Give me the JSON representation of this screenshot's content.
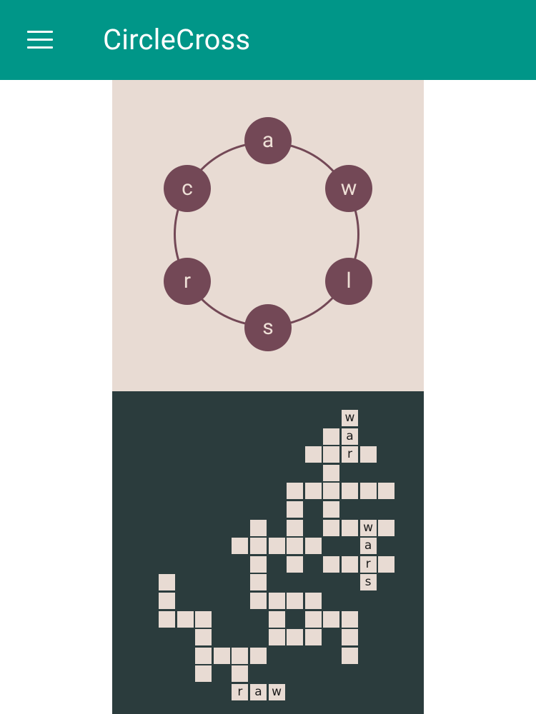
{
  "app": {
    "title": "CircleCross"
  },
  "wheel": {
    "letters": [
      "a",
      "w",
      "l",
      "s",
      "r",
      "c"
    ]
  },
  "grid": {
    "cells": [
      {
        "col": 12,
        "row": 0,
        "letter": "w"
      },
      {
        "col": 11,
        "row": 1,
        "letter": ""
      },
      {
        "col": 12,
        "row": 1,
        "letter": "a"
      },
      {
        "col": 10,
        "row": 2,
        "letter": ""
      },
      {
        "col": 11,
        "row": 2,
        "letter": ""
      },
      {
        "col": 12,
        "row": 2,
        "letter": "r"
      },
      {
        "col": 13,
        "row": 2,
        "letter": ""
      },
      {
        "col": 11,
        "row": 3,
        "letter": ""
      },
      {
        "col": 9,
        "row": 4,
        "letter": ""
      },
      {
        "col": 10,
        "row": 4,
        "letter": ""
      },
      {
        "col": 11,
        "row": 4,
        "letter": ""
      },
      {
        "col": 12,
        "row": 4,
        "letter": ""
      },
      {
        "col": 13,
        "row": 4,
        "letter": ""
      },
      {
        "col": 14,
        "row": 4,
        "letter": ""
      },
      {
        "col": 9,
        "row": 5,
        "letter": ""
      },
      {
        "col": 11,
        "row": 5,
        "letter": ""
      },
      {
        "col": 7,
        "row": 6,
        "letter": ""
      },
      {
        "col": 9,
        "row": 6,
        "letter": ""
      },
      {
        "col": 11,
        "row": 6,
        "letter": ""
      },
      {
        "col": 12,
        "row": 6,
        "letter": ""
      },
      {
        "col": 13,
        "row": 6,
        "letter": "w"
      },
      {
        "col": 14,
        "row": 6,
        "letter": ""
      },
      {
        "col": 6,
        "row": 7,
        "letter": ""
      },
      {
        "col": 7,
        "row": 7,
        "letter": ""
      },
      {
        "col": 8,
        "row": 7,
        "letter": ""
      },
      {
        "col": 9,
        "row": 7,
        "letter": ""
      },
      {
        "col": 10,
        "row": 7,
        "letter": ""
      },
      {
        "col": 13,
        "row": 7,
        "letter": "a"
      },
      {
        "col": 7,
        "row": 8,
        "letter": ""
      },
      {
        "col": 9,
        "row": 8,
        "letter": ""
      },
      {
        "col": 11,
        "row": 8,
        "letter": ""
      },
      {
        "col": 12,
        "row": 8,
        "letter": ""
      },
      {
        "col": 13,
        "row": 8,
        "letter": "r"
      },
      {
        "col": 14,
        "row": 8,
        "letter": ""
      },
      {
        "col": 2,
        "row": 9,
        "letter": ""
      },
      {
        "col": 7,
        "row": 9,
        "letter": ""
      },
      {
        "col": 13,
        "row": 9,
        "letter": "s"
      },
      {
        "col": 2,
        "row": 10,
        "letter": ""
      },
      {
        "col": 7,
        "row": 10,
        "letter": ""
      },
      {
        "col": 8,
        "row": 10,
        "letter": ""
      },
      {
        "col": 9,
        "row": 10,
        "letter": ""
      },
      {
        "col": 10,
        "row": 10,
        "letter": ""
      },
      {
        "col": 2,
        "row": 11,
        "letter": ""
      },
      {
        "col": 3,
        "row": 11,
        "letter": ""
      },
      {
        "col": 4,
        "row": 11,
        "letter": ""
      },
      {
        "col": 8,
        "row": 11,
        "letter": ""
      },
      {
        "col": 10,
        "row": 11,
        "letter": ""
      },
      {
        "col": 11,
        "row": 11,
        "letter": ""
      },
      {
        "col": 12,
        "row": 11,
        "letter": ""
      },
      {
        "col": 4,
        "row": 12,
        "letter": ""
      },
      {
        "col": 8,
        "row": 12,
        "letter": ""
      },
      {
        "col": 9,
        "row": 12,
        "letter": ""
      },
      {
        "col": 10,
        "row": 12,
        "letter": ""
      },
      {
        "col": 12,
        "row": 12,
        "letter": ""
      },
      {
        "col": 4,
        "row": 13,
        "letter": ""
      },
      {
        "col": 5,
        "row": 13,
        "letter": ""
      },
      {
        "col": 6,
        "row": 13,
        "letter": ""
      },
      {
        "col": 7,
        "row": 13,
        "letter": ""
      },
      {
        "col": 12,
        "row": 13,
        "letter": ""
      },
      {
        "col": 4,
        "row": 14,
        "letter": ""
      },
      {
        "col": 6,
        "row": 14,
        "letter": ""
      },
      {
        "col": 6,
        "row": 15,
        "letter": "r"
      },
      {
        "col": 7,
        "row": 15,
        "letter": "a"
      },
      {
        "col": 8,
        "row": 15,
        "letter": "w"
      }
    ]
  },
  "colors": {
    "appbar": "#009688",
    "wheel_background": "#e8dbd3",
    "letter_circle": "#734856",
    "grid_background": "#2b3c3d",
    "cell": "#e8dbd3"
  }
}
